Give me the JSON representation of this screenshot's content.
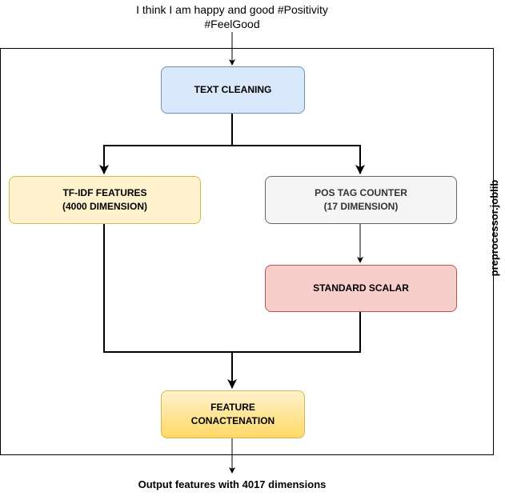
{
  "input": {
    "line1": "I think I am happy and good #Positivity",
    "line2": "#FeelGood"
  },
  "nodes": {
    "text_cleaning": "TEXT CLEANING",
    "tfidf": {
      "line1": "TF-IDF FEATURES",
      "line2": "(4000 DIMENSION)"
    },
    "pos": {
      "line1": "POS TAG COUNTER",
      "line2": "(17 DIMENSION)"
    },
    "scalar": "STANDARD SCALAR",
    "concat": {
      "line1": "FEATURE",
      "line2": "CONACTENATION"
    }
  },
  "container_label": "preprocessor.joblib",
  "output": "Output features with 4017 dimensions",
  "colors": {
    "text_cleaning_fill": "#dae8fc",
    "tfidf_fill": "#fff2cc",
    "pos_fill": "#f5f5f5",
    "scalar_fill": "#f8cecc",
    "concat_fill": "#ffd966"
  }
}
